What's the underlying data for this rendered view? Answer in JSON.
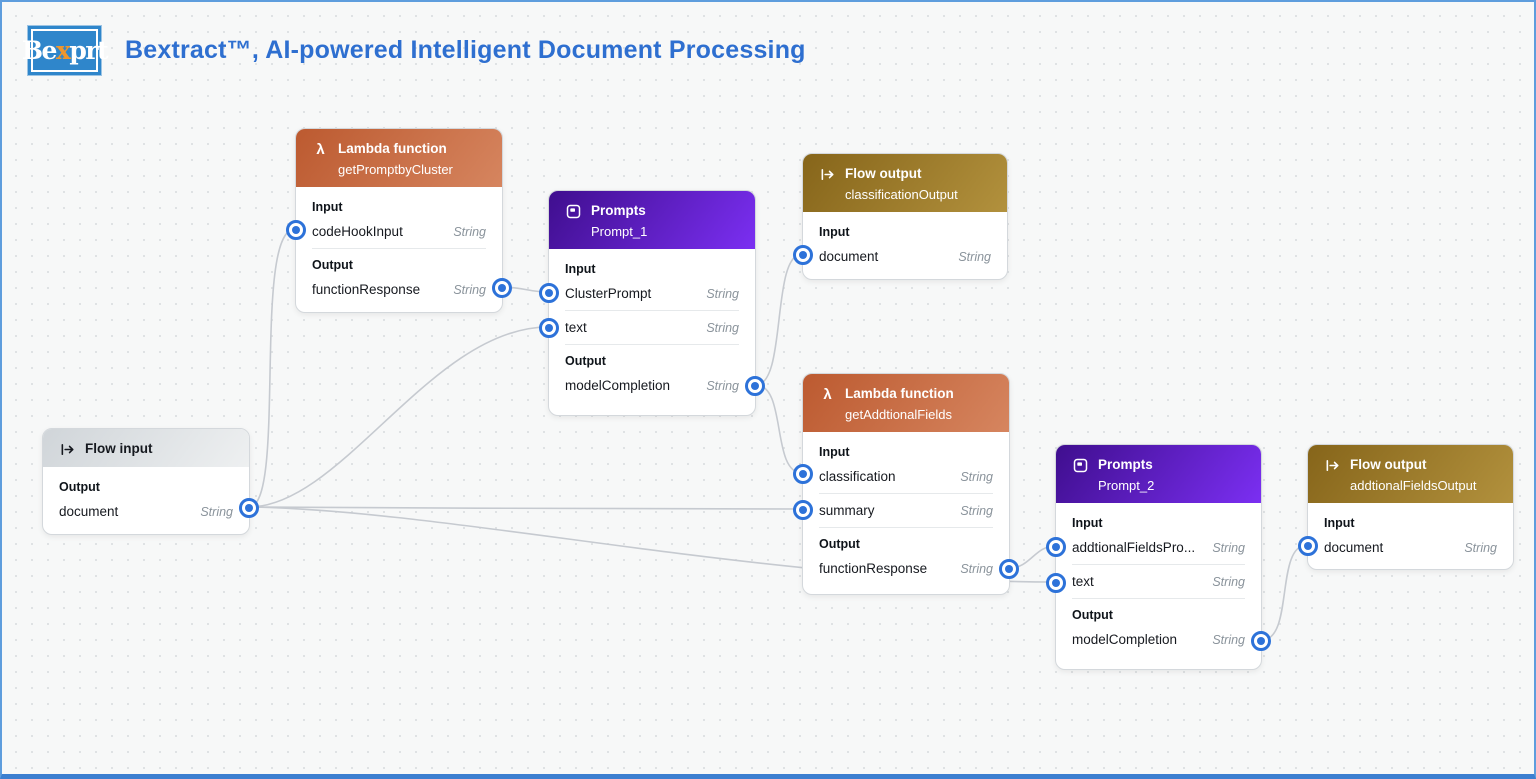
{
  "page": {
    "logo": {
      "prefix": "Be",
      "x": "x",
      "suffix": "prt"
    },
    "title": "Bextract™, AI-powered Intelligent Document Processing"
  },
  "colors": {
    "accent_blue": "#2d72d9",
    "title_blue": "#2e6fd0",
    "logo_blue": "#2f86cb",
    "logo_x_orange": "#f0962c",
    "lambda_header_gradient": [
      "#bc5a30",
      "#d6855f"
    ],
    "prompt_header_gradient": [
      "#3f0e8e",
      "#7b2ff2"
    ],
    "flow_output_header_gradient": [
      "#86651a",
      "#b2913d"
    ],
    "flow_input_header_gradient": [
      "#d0d5d9",
      "#eef0f1"
    ],
    "wire_gray": "#c6cad0",
    "canvas_bg": "#f7f8f8"
  },
  "nodes": {
    "flow_input": {
      "title": "Flow input",
      "output_label": "Output",
      "outputs": [
        {
          "name": "document",
          "type": "String"
        }
      ]
    },
    "lambda1": {
      "title": "Lambda function",
      "subtitle": "getPromptbyCluster",
      "input_label": "Input",
      "output_label": "Output",
      "inputs": [
        {
          "name": "codeHookInput",
          "type": "String"
        }
      ],
      "outputs": [
        {
          "name": "functionResponse",
          "type": "String"
        }
      ]
    },
    "prompt1": {
      "title": "Prompts",
      "subtitle": "Prompt_1",
      "input_label": "Input",
      "output_label": "Output",
      "inputs": [
        {
          "name": "ClusterPrompt",
          "type": "String"
        },
        {
          "name": "text",
          "type": "String"
        }
      ],
      "outputs": [
        {
          "name": "modelCompletion",
          "type": "String"
        }
      ]
    },
    "classification_output": {
      "title": "Flow output",
      "subtitle": "classificationOutput",
      "input_label": "Input",
      "inputs": [
        {
          "name": "document",
          "type": "String"
        }
      ]
    },
    "lambda2": {
      "title": "Lambda function",
      "subtitle": "getAddtionalFields",
      "input_label": "Input",
      "output_label": "Output",
      "inputs": [
        {
          "name": "classification",
          "type": "String"
        },
        {
          "name": "summary",
          "type": "String"
        }
      ],
      "outputs": [
        {
          "name": "functionResponse",
          "type": "String"
        }
      ]
    },
    "prompt2": {
      "title": "Prompts",
      "subtitle": "Prompt_2",
      "input_label": "Input",
      "output_label": "Output",
      "inputs": [
        {
          "name": "addtionalFieldsPro...",
          "type": "String"
        },
        {
          "name": "text",
          "type": "String"
        }
      ],
      "outputs": [
        {
          "name": "modelCompletion",
          "type": "String"
        }
      ]
    },
    "addtional_fields_output": {
      "title": "Flow output",
      "subtitle": "addtionalFieldsOutput",
      "input_label": "Input",
      "inputs": [
        {
          "name": "document",
          "type": "String"
        }
      ]
    }
  },
  "connections": [
    {
      "from": "flow_input.document",
      "to": "lambda1.codeHookInput"
    },
    {
      "from": "flow_input.document",
      "to": "prompt1.text"
    },
    {
      "from": "flow_input.document",
      "to": "lambda2.summary"
    },
    {
      "from": "flow_input.document",
      "to": "prompt2.text"
    },
    {
      "from": "lambda1.functionResponse",
      "to": "prompt1.ClusterPrompt"
    },
    {
      "from": "prompt1.modelCompletion",
      "to": "classification_output.document"
    },
    {
      "from": "prompt1.modelCompletion",
      "to": "lambda2.classification"
    },
    {
      "from": "lambda2.functionResponse",
      "to": "prompt2.addtionalFieldsPrompt"
    },
    {
      "from": "prompt2.modelCompletion",
      "to": "addtional_fields_output.document"
    }
  ]
}
